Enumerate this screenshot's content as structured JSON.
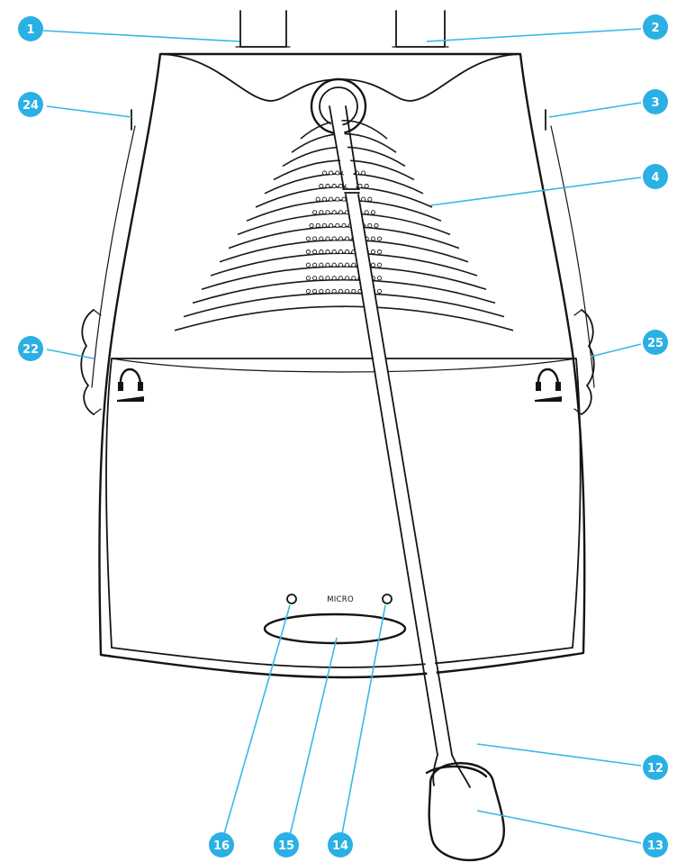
{
  "diagram": {
    "panel_label": "MICRO",
    "callouts": [
      {
        "id": "c1",
        "number": "1"
      },
      {
        "id": "c2",
        "number": "2"
      },
      {
        "id": "c24",
        "number": "24"
      },
      {
        "id": "c3",
        "number": "3"
      },
      {
        "id": "c4",
        "number": "4"
      },
      {
        "id": "c22",
        "number": "22"
      },
      {
        "id": "c25",
        "number": "25"
      },
      {
        "id": "c12",
        "number": "12"
      },
      {
        "id": "c13",
        "number": "13"
      },
      {
        "id": "c16",
        "number": "16"
      },
      {
        "id": "c15",
        "number": "15"
      },
      {
        "id": "c14",
        "number": "14"
      }
    ],
    "colors": {
      "callout_fill": "#2ab0e4",
      "leader_line": "#38b8e5",
      "outline": "#141414"
    }
  }
}
